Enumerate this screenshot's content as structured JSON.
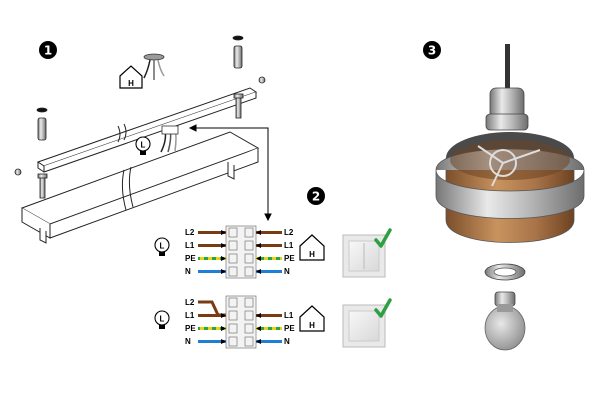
{
  "steps": {
    "one": "1",
    "two": "2",
    "three": "3"
  },
  "house_icon_letter": "H",
  "lamp_icon_letter": "L",
  "diagram_top": {
    "left_labels": [
      "L2",
      "L1",
      "PE",
      "N"
    ],
    "right_labels": [
      "L2",
      "L1",
      "PE",
      "N"
    ]
  },
  "diagram_bottom": {
    "left_labels": [
      "L2",
      "L1",
      "PE",
      "N"
    ],
    "right_labels": [
      "L1",
      "PE",
      "N"
    ]
  },
  "colors": {
    "brown": "#7a3b12",
    "blue": "#1f7ed6",
    "green": "#2aa63a",
    "yellow": "#e8d21a",
    "check": "#2ea043",
    "copper": "#b98456",
    "silver": "#a9a9a9"
  }
}
